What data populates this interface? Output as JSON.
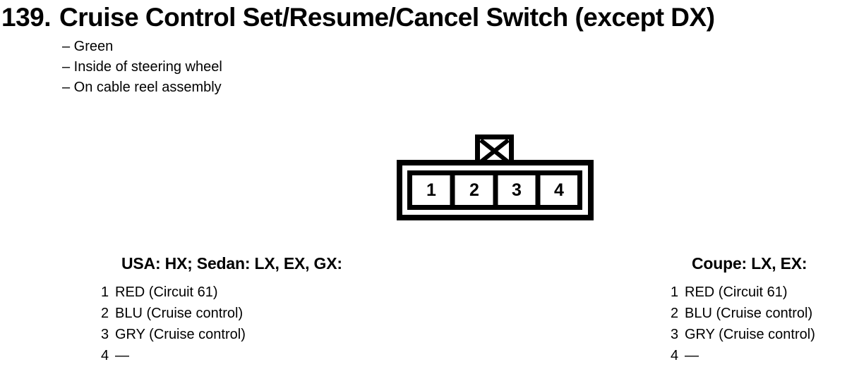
{
  "colors": {
    "ink": "#000000",
    "paper": "#ffffff"
  },
  "header": {
    "item_number": "139.",
    "title": "Cruise Control Set/Resume/Cancel Switch (except DX)",
    "notes": [
      "– Green",
      "– Inside of steering wheel",
      "– On cable reel assembly"
    ]
  },
  "connector": {
    "pins": [
      "1",
      "2",
      "3",
      "4"
    ]
  },
  "pinouts": [
    {
      "heading": "USA: HX; Sedan: LX, EX, GX:",
      "rows": [
        {
          "pin": "1",
          "desc": "RED (Circuit 61)"
        },
        {
          "pin": "2",
          "desc": "BLU (Cruise control)"
        },
        {
          "pin": "3",
          "desc": "GRY (Cruise control)"
        },
        {
          "pin": "4",
          "desc": "—"
        }
      ]
    },
    {
      "heading": "Coupe: LX, EX:",
      "rows": [
        {
          "pin": "1",
          "desc": "RED (Circuit 61)"
        },
        {
          "pin": "2",
          "desc": "BLU (Cruise control)"
        },
        {
          "pin": "3",
          "desc": "GRY (Cruise control)"
        },
        {
          "pin": "4",
          "desc": "—"
        }
      ]
    }
  ]
}
